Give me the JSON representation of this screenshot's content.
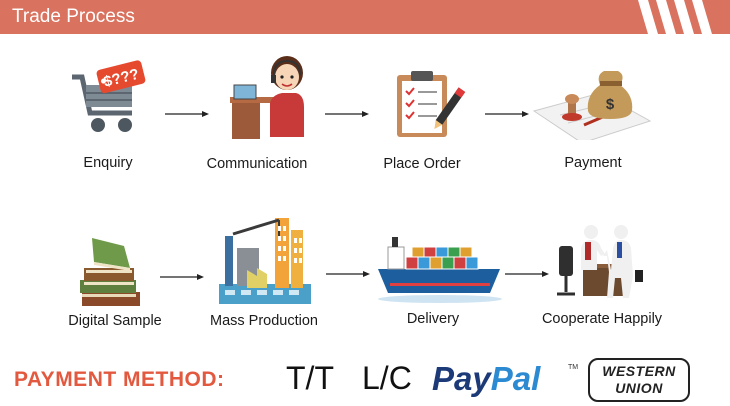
{
  "header": {
    "title": "Trade Process"
  },
  "steps": [
    {
      "label": "Enquiry",
      "icon": "shopping-cart-icon"
    },
    {
      "label": "Communication",
      "icon": "operator-icon"
    },
    {
      "label": "Place Order",
      "icon": "clipboard-icon"
    },
    {
      "label": "Payment",
      "icon": "money-bag-icon"
    },
    {
      "label": "Digital Sample",
      "icon": "books-icon"
    },
    {
      "label": "Mass Production",
      "icon": "factory-icon"
    },
    {
      "label": "Delivery",
      "icon": "cargo-ship-icon"
    },
    {
      "label": "Cooperate Happily",
      "icon": "handshake-icon"
    }
  ],
  "cart_tag": "$???",
  "bag_symbol": "$",
  "payment": {
    "label": "PAYMENT METHOD:",
    "methods": [
      "T/T",
      "L/C"
    ],
    "paypal": {
      "pay": "Pay",
      "pal": "Pal",
      "tm": "TM"
    },
    "western_union": {
      "line1": "WESTERN",
      "line2": "UNION"
    }
  },
  "colors": {
    "header": "#d9725e",
    "accent": "#e2593f",
    "paypal_dark": "#1c3a78",
    "paypal_light": "#2b8ad1"
  }
}
